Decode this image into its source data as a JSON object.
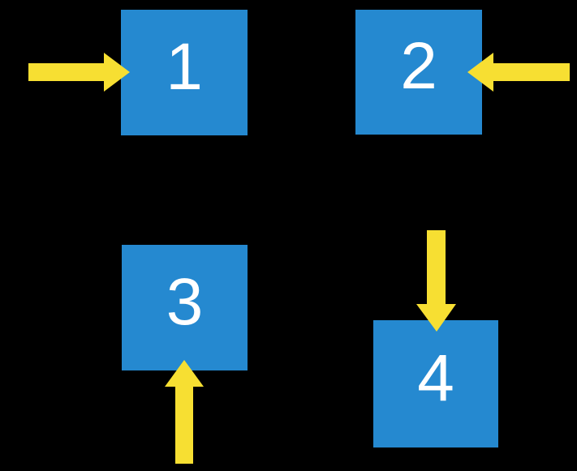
{
  "diagram": {
    "title": "",
    "background": "#000000",
    "colors": {
      "box_fill": "#2589D0",
      "arrow_fill": "#F7DF32",
      "label_text": "#FFFFFF"
    },
    "boxes": [
      {
        "label": "1",
        "arrow": "arrow points right into left side of box"
      },
      {
        "label": "2",
        "arrow": "arrow points left into right side of box"
      },
      {
        "label": "3",
        "arrow": "arrow points up into bottom side of box"
      },
      {
        "label": "4",
        "arrow": "arrow points down into top side of box"
      }
    ]
  }
}
